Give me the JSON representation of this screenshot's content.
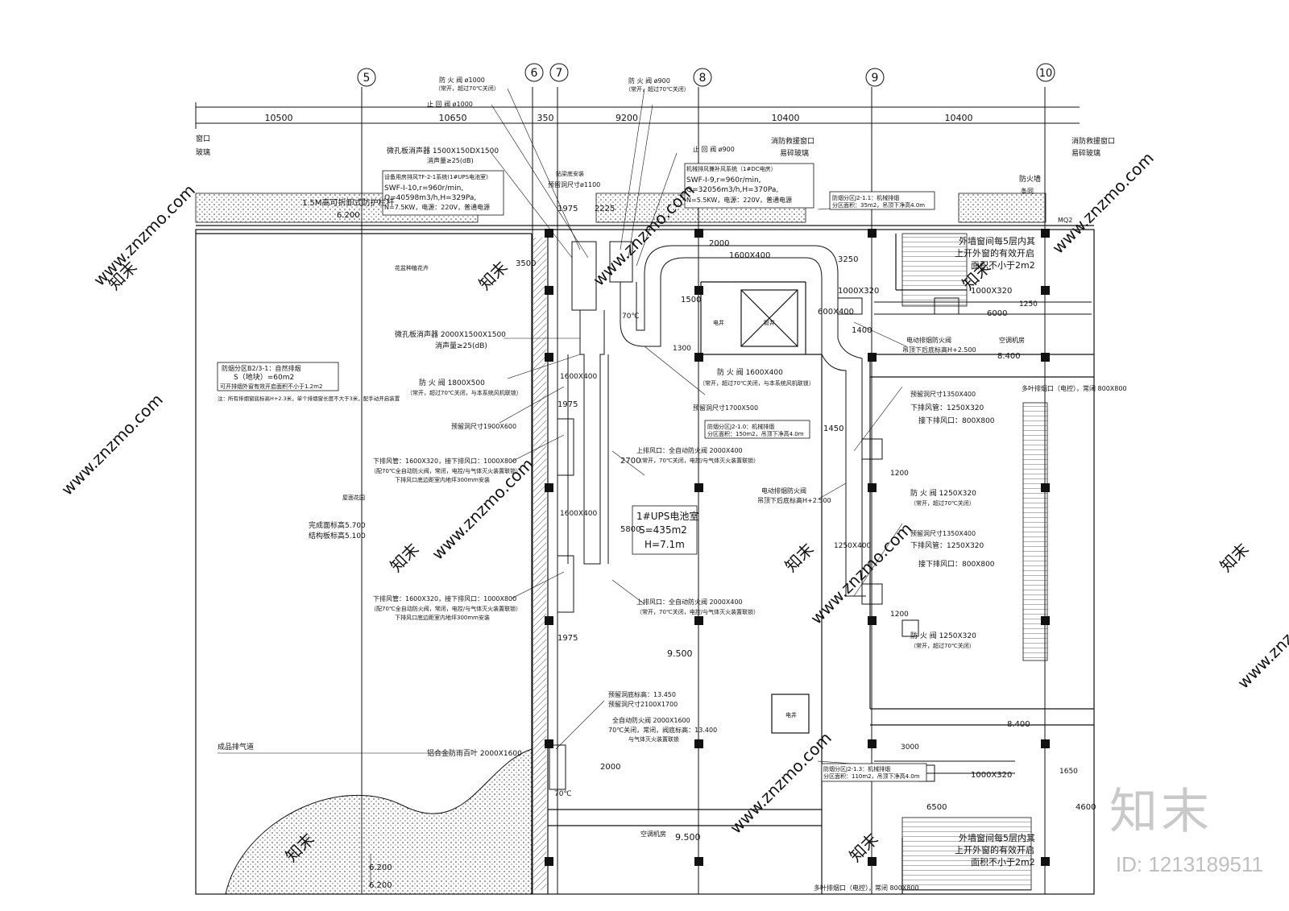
{
  "grid_axes": [
    "5",
    "6",
    "7",
    "8",
    "9",
    "10"
  ],
  "dimensions": {
    "top": [
      "10500",
      "10650",
      "350",
      "9200",
      "10400",
      "10400"
    ],
    "misc": [
      "1975",
      "2225",
      "3500",
      "2000",
      "1500",
      "3250",
      "1300",
      "1975",
      "2700",
      "5800",
      "1975",
      "2000",
      "1450",
      "1200",
      "1200",
      "3000",
      "1650",
      "1400",
      "1250",
      "6000",
      "6500",
      "4600"
    ]
  },
  "elevations": [
    "6.200",
    "8.400",
    "9.500",
    "9.500",
    "8.400",
    "6.200",
    "6.200"
  ],
  "labels": {
    "guardrail": "1.5M高可折卸式防护栏杆",
    "window_top_left_1": "窗口",
    "window_top_left_2": "玻璃",
    "fire_window_1": "消防救援窗口",
    "fire_window_2": "易碎玻璃",
    "fire_window_3": "消防救援窗口",
    "fire_window_4": "易碎玻璃",
    "fire_wall": "防火墙",
    "fire_wall_sub": "条同",
    "mq2": "MQ2",
    "muffler_1": "微孔板消声器 1500X150DX1500",
    "muffler_1b": "消声量≥25(dB)",
    "muffler_2": "微孔板消声器 2000X1500X1500",
    "muffler_2b": "消声量≥25(dB)",
    "fd_1000": "防 火 阀 ø1000",
    "fd_1000_sub": "（常开，超过70℃关闭）",
    "ctrl_1000": "止 回 阀 ø1000",
    "fd_900": "防 火 阀 ø900",
    "fd_900_sub": "（常开，超过70℃关闭）",
    "ctrl_900": "止 回 阀 ø900",
    "ups_sys_1": "设备用房排风TF-2-1系统(1#UPS电池室)",
    "ups_sys_2": "机械排风兼补风系统（1#DC电房）",
    "fan_1a": "SWF-I-10,r=960r/min,",
    "fan_1b": "Q=40598m3/h,H=329Pa,",
    "fan_1c": "N=7.5KW，电源：220V，普通电源",
    "fan_2a": "SWF-I-9,r=960r/min,",
    "fan_2b": "Q=32056m3/h,H=370Pa,",
    "fan_2c": "N=5.5KW，电源：220V，普通电源",
    "reserved_1100": "预留洞尺寸ø1100",
    "reserved_1700": "预留洞尺寸1700X500",
    "duct_1600x400_top": "1600X400",
    "duct_1600x400_v": "1600X400",
    "duct_600x400": "600X400",
    "duct_1600x400_mid": "1600X400",
    "duct_1250x400": "1250X400",
    "duct_1000x320_a": "1000X320",
    "duct_1000x320_b": "1000X320",
    "duct_1000x320_c": "1000X320",
    "fd_1600x400": "防 火 阀 1600X400",
    "fd_1600x400_sub": "（常开，超过70℃关闭，与本系统风机联锁）",
    "fd_1800x500": "防 火 阀 1800X500",
    "fd_1800x500_sub": "（常开，超过70℃关闭，与本系统风机联锁）",
    "reserved_1900": "预留洞尺寸1900X600",
    "zone_left_1": "防烟分区B2/3-1：自然排烟",
    "zone_left_2": "S（地块）=60m2",
    "zone_left_3": "可开排烟外窗有效开启面积不小于1.2m2",
    "zone_left_note": "注：所有排烟窗底标高H+2.3米，单个排烟窗长度不大于3米，配手动开启装置",
    "zone_j2_11": "防烟分区J2-1.1：机械排烟",
    "zone_j2_11b": "分区面积：35m2，吊顶下净高4.0m",
    "zone_j2_10": "防烟分区J2-1.0：机械排烟",
    "zone_j2_10b": "分区面积：150m2，吊顶下净高4.0m",
    "zone_j2_13": "防烟分区J2-1.3：机械排烟",
    "zone_j2_13b": "分区面积：110m2，吊顶下净高4.0m",
    "ups_room_1": "1#UPS电池室",
    "ups_room_2": "S=435m2",
    "ups_room_3": "H=7.1m",
    "exhaust_l1": "下排风管：1600X320，接下排风口：1000X800",
    "exhaust_l1b": "（配70℃全自动防火阀，常闭，电控/与气体灭火装置联锁）",
    "exhaust_l1c": "下排风口底边距室内地坪300mm安装",
    "exhaust_l2": "下排风管：1600X320，接下排风口：1000X800",
    "exhaust_l2b": "（配70℃全自动防火阀，常闭，电控/与气体灭火装置联锁）",
    "exhaust_l2c": "下排风口底边距室内地坪300mm安装",
    "upper_1": "上排风口：全自动防火阀 2000X400",
    "upper_1b": "（常开，70℃关闭，电控/与气体灭火装置联锁）",
    "upper_2": "上排风口：全自动防火阀 2000X400",
    "upper_2b": "（常开，70℃关闭，电控/与气体灭火装置联锁）",
    "smoke_valve_1": "电动排烟防火阀",
    "smoke_valve_1b": "吊顶下后底标高H+2.500",
    "smoke_valve_2": "电动排烟防火阀",
    "smoke_valve_2b": "吊顶下后底标高H+2.500",
    "reserve_1350_1": "预留洞尺寸1350X400",
    "reserve_1350_2": "预留洞尺寸1350X400",
    "lower_1250_1": "下排风管：1250X320",
    "lower_1250_2": "下排风管：1250X320",
    "lower_800_1": "接下排风口：800X800",
    "lower_800_2": "接下排风口：800X800",
    "fd_1250_1": "防 火 阀 1250X320",
    "fd_1250_2": "防 火 阀 1250X320",
    "fd_1250_sub": "（常开，超过70℃关闭）",
    "multi_smoke": "多叶排烟口（电控），常闭 800X800",
    "multi_smoke_b": "多叶排烟口（电控），常闭 800X800",
    "smoke_window_1": "外墙窗间每5层内其",
    "smoke_window_2": "上开外窗的有效开启",
    "smoke_window_3": "面积不小于2m2",
    "smoke_window_4": "外墙窗间每5层内其",
    "smoke_window_5": "上开外窗的有效开启",
    "smoke_window_6": "面积不小于2m2",
    "reserved_13450": "预留洞底标高：13.450",
    "reserved_2100": "预留洞尺寸2100X1700",
    "auto_fd_2000": "全自动防火阀 2000X1600",
    "auto_fd_2000b": "70℃关闭，常闭，阀底标高：13.400",
    "auto_fd_2000c": "与气体灭火装置联锁",
    "louver": "铝合金防雨百叶 2000X1600",
    "finished_1": "完成面标高5.700",
    "finished_2": "结构板标高5.100",
    "green_roof": "屋面花园",
    "exhaust_path": "成品排气道",
    "room_elec": "电井",
    "room_shaft": "管井",
    "room_ac_1": "空调机房",
    "room_ac_2": "空调机房",
    "room_elec2": "电井",
    "temp_70": "70℃",
    "install_note": "贴梁底安装",
    "ceiling_top": "花盆种植花卉"
  },
  "watermark": {
    "site": "www.znzmo.com",
    "brand_cn": "知末",
    "brand": "知末",
    "id": "ID: 1213189511"
  }
}
